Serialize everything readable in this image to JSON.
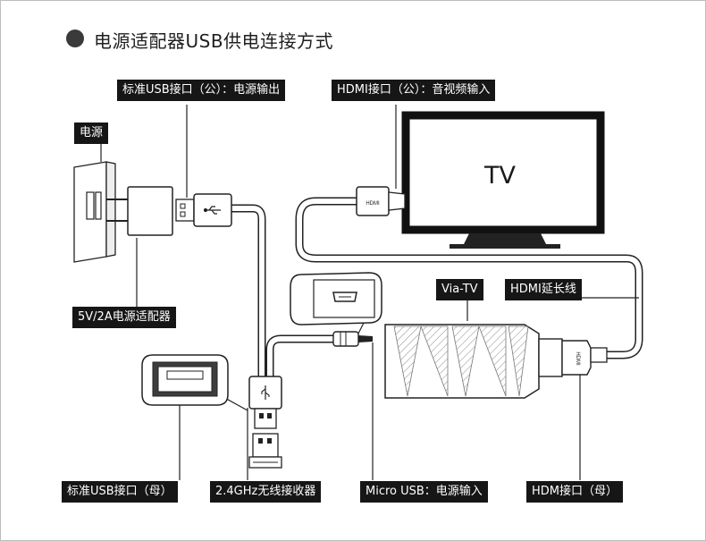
{
  "title": "电源适配器USB供电连接方式",
  "labels": {
    "usb_male_output": "标准USB接口（公）：电源输出",
    "hdmi_male_input": "HDMI接口（公）：音视频输入",
    "power_source": "电源",
    "power_adapter": "5V/2A电源适配器",
    "via_tv": "Via-TV",
    "hdmi_extension": "HDMI延长线",
    "usb_female": "标准USB接口（母）",
    "wireless_receiver": "2.4GHz无线接收器",
    "micro_usb_input": "Micro USB：电源输入",
    "hdmi_female": "HDM接口（母）"
  },
  "tv": {
    "text": "TV"
  },
  "connector_marks": {
    "hdmi_plug": "HDMI",
    "hdmi_port": "HDMI"
  },
  "icons": [
    "usb-symbol-icon",
    "power-outlet-icon",
    "power-adapter-icon",
    "tv-icon",
    "hdmi-plug-icon",
    "usb-dongle-icon",
    "micro-usb-port-icon"
  ],
  "colors": {
    "label_bg": "#161616",
    "label_text": "#ffffff",
    "line": "#222222",
    "cable": "#ffffff"
  }
}
